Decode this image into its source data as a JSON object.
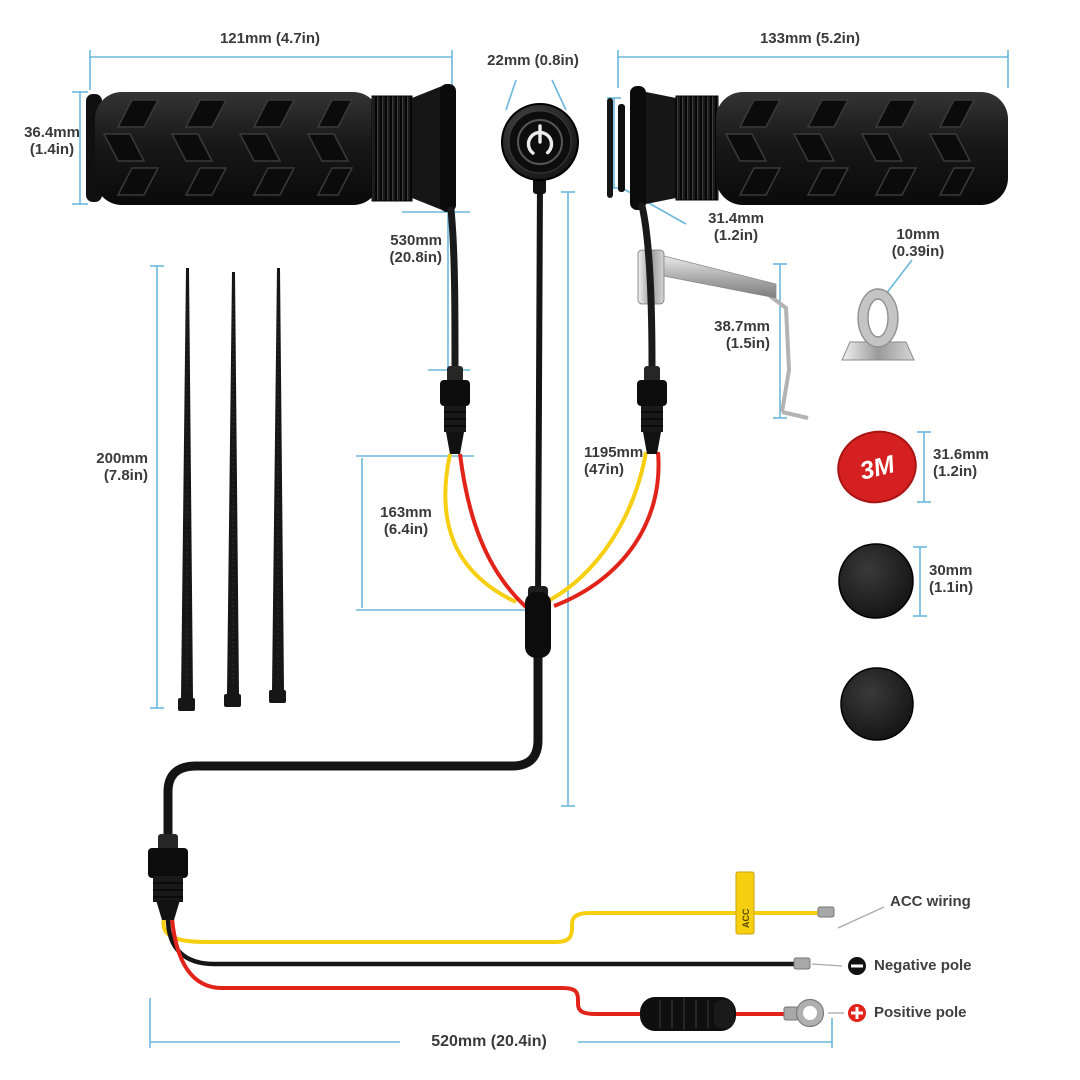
{
  "colors": {
    "dimension_line": "#6bb7dc",
    "label_text": "#3a3a3a",
    "wire_red": "#e2231a",
    "wire_yellow": "#f7cf11",
    "sticker_red": "#d42020"
  },
  "dims": {
    "left_grip_width": "121mm (4.7in)",
    "grip_height": {
      "l1": "36.4mm",
      "l2": "(1.4in)"
    },
    "switch_width": "22mm (0.8in)",
    "right_grip_width": "133mm (5.2in)",
    "upper_cable_length": {
      "l1": "530mm",
      "l2": "(20.8in)"
    },
    "cable_tie_length": {
      "l1": "200mm",
      "l2": "(7.8in)"
    },
    "split_cable_length": {
      "l1": "163mm",
      "l2": "(6.4in)"
    },
    "main_cable_length": {
      "l1": "1195mm",
      "l2": "(47in)"
    },
    "clamp_height": {
      "l1": "31.4mm",
      "l2": "(1.2in)"
    },
    "band_length": {
      "l1": "38.7mm",
      "l2": "(1.5in)"
    },
    "keeper_width": {
      "l1": "10mm",
      "l2": "(0.39in)"
    },
    "sticker_diameter": {
      "l1": "31.6mm",
      "l2": "(1.2in)"
    },
    "cap_diameter": {
      "l1": "30mm",
      "l2": "(1.1in)"
    },
    "bottom_cable_length": "520mm (20.4in)"
  },
  "wiring": {
    "acc_label": "ACC wiring",
    "negative_label": "Negative pole",
    "positive_label": "Positive pole",
    "acc_tag": "ACC"
  },
  "sticker_brand": "3M"
}
